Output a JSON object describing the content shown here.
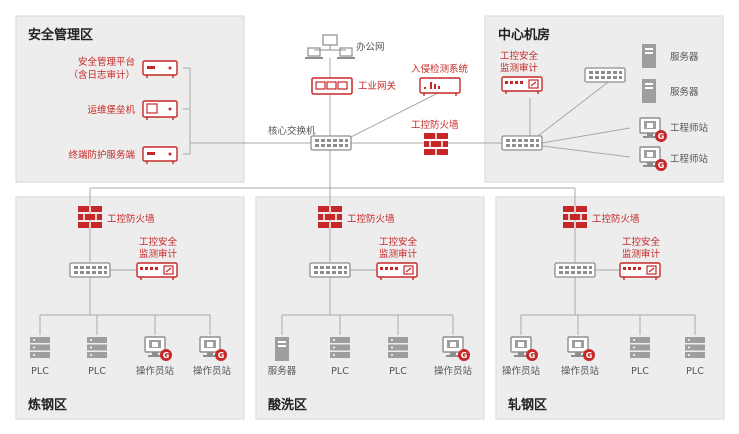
{
  "zones": {
    "security": "安全管理区",
    "datacenter": "中心机房",
    "steelmaking": "炼钢区",
    "pickling": "酸洗区",
    "rolling": "轧钢区"
  },
  "security_devices": {
    "platform_line1": "安全管理平台",
    "platform_line2": "（含日志审计）",
    "bastion": "运维堡垒机",
    "endpoint": "终端防护服务端"
  },
  "core": {
    "office": "办公网",
    "gateway": "工业网关",
    "ids": "入侵检测系统",
    "switch": "核心交换机",
    "firewall": "工控防火墙"
  },
  "datacenter": {
    "audit_line1": "工控安全",
    "audit_line2": "监测审计",
    "server1": "服务器",
    "server2": "服务器",
    "station1": "工程师站",
    "station2": "工程师站"
  },
  "steelmaking": {
    "firewall": "工控防火墙",
    "audit_line1": "工控安全",
    "audit_line2": "监测审计",
    "d1": "PLC",
    "d2": "PLC",
    "d3": "操作员站",
    "d4": "操作员站"
  },
  "pickling": {
    "firewall": "工控防火墙",
    "audit_line1": "工控安全",
    "audit_line2": "监测审计",
    "d1": "服务器",
    "d2": "PLC",
    "d3": "PLC",
    "d4": "操作员站"
  },
  "rolling": {
    "firewall": "工控防火墙",
    "audit_line1": "工控安全",
    "audit_line2": "监测审计",
    "d1": "操作员站",
    "d2": "操作员站",
    "d3": "PLC",
    "d4": "PLC"
  },
  "badge_letter": "G",
  "colors": {
    "accent": "#c62828",
    "zone": "#ededed",
    "device": "#9e9e9e"
  }
}
